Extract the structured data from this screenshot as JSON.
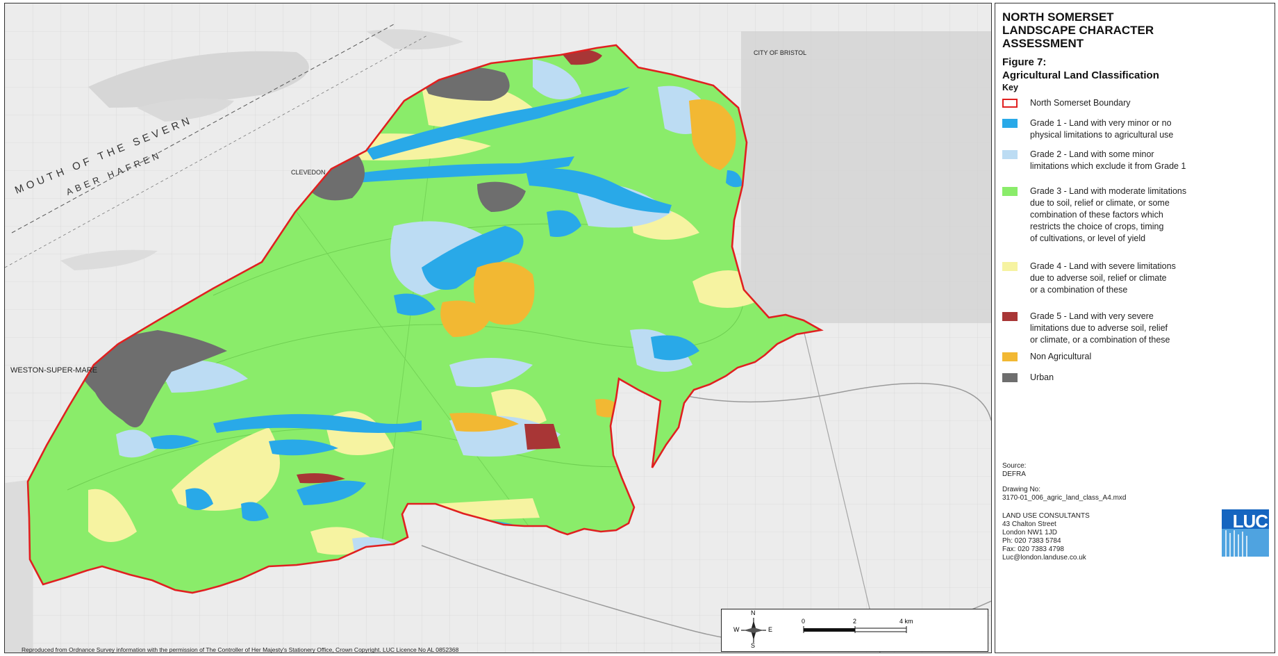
{
  "legend": {
    "title_lines": [
      "NORTH SOMERSET",
      "LANDSCAPE CHARACTER",
      "ASSESSMENT"
    ],
    "figure_label": "Figure 7:",
    "figure_title": "Agricultural Land Classification",
    "key_label": "Key",
    "items": [
      {
        "lines": [
          "North Somerset Boundary"
        ],
        "color": "#e02020",
        "style": "outline"
      },
      {
        "lines": [
          "Grade 1 - Land with very minor or no",
          "physical limitations to agricultural use"
        ],
        "color": "#29a9e8",
        "style": "fill"
      },
      {
        "lines": [
          "Grade 2 - Land with some minor",
          "limitations which exclude it from Grade 1"
        ],
        "color": "#bcdcf3",
        "style": "fill"
      },
      {
        "lines": [
          "Grade 3 - Land with moderate limitations",
          "due to soil, relief or climate, or some",
          "combination of these factors which",
          "restricts the choice of crops, timing",
          "of cultivations, or level of yield"
        ],
        "color": "#8aec6a",
        "style": "fill"
      },
      {
        "lines": [
          "Grade 4 - Land with severe limitations",
          "due to adverse soil, relief or climate",
          "or a combination of these"
        ],
        "color": "#f6f3a1",
        "style": "fill"
      },
      {
        "lines": [
          "Grade 5 - Land with very severe",
          "limitations due to adverse soil, relief",
          "or climate, or a combination of these"
        ],
        "color": "#a83636",
        "style": "fill"
      },
      {
        "lines": [
          "Non Agricultural"
        ],
        "color": "#f2b833",
        "style": "fill"
      },
      {
        "lines": [
          "Urban"
        ],
        "color": "#6e6e6e",
        "style": "fill"
      }
    ],
    "source_label": "Source:",
    "source_value": "DEFRA",
    "drawing_label": "Drawing No:",
    "drawing_value": "3170-01_006_agric_land_class_A4.mxd",
    "company_lines": [
      "LAND USE CONSULTANTS",
      "43 Chalton Street",
      "London NW1 1JD",
      "Ph:  020 7383 5784",
      "Fax: 020 7383 4798",
      "Luc@london.landuse.co.uk"
    ],
    "logo_text": "LUC"
  },
  "map": {
    "place_labels": [
      "CLEVEDON",
      "WESTON-SUPER-MARE",
      "CITY OF BRISTOL"
    ],
    "sea_label_1": "MOUTH OF THE SEVERN",
    "sea_label_2": "ABER HAFREN",
    "copyright": "Reproduced from Ordnance Survey information with the permission of The Controller of Her Majesty's Stationery Office, Crown Copyright. LUC Licence No AL 0852368"
  },
  "scale": {
    "north": "N",
    "south": "S",
    "east": "E",
    "west": "W",
    "ticks": [
      "0",
      "2",
      "4 km"
    ]
  },
  "colors": {
    "boundary": "#e02020",
    "grade1": "#29a9e8",
    "grade2": "#bcdcf3",
    "grade3": "#8aec6a",
    "grade4": "#f6f3a1",
    "grade5": "#a83636",
    "non_agricultural": "#f2b833",
    "urban": "#6e6e6e"
  }
}
